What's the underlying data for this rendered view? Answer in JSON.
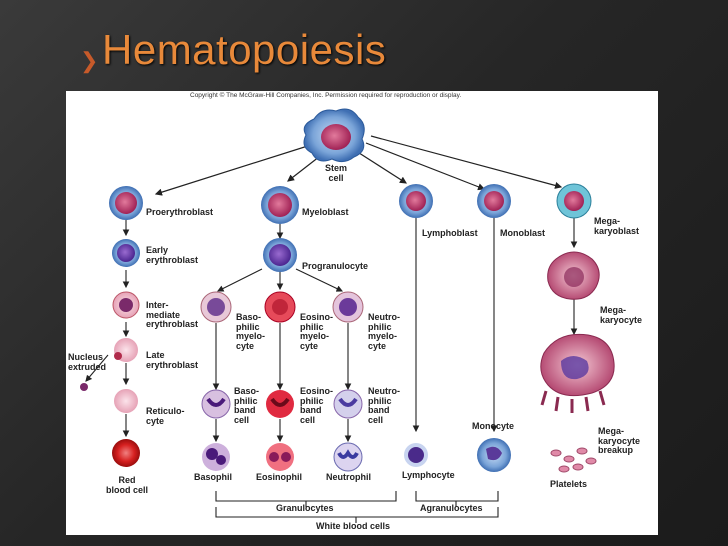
{
  "slide": {
    "title": "Hematopoiesis"
  },
  "copyright": "Copyright © The McGraw-Hill Companies, Inc. Permission required for reproduction or display.",
  "labels": {
    "stem_cell": "Stem\ncell",
    "proerythroblast": "Proerythroblast",
    "myeloblast": "Myeloblast",
    "lymphoblast": "Lymphoblast",
    "monoblast": "Monoblast",
    "megakaryoblast": "Mega-\nkaryoblast",
    "early_erythroblast": "Early\nerythroblast",
    "progranulocyte": "Progranulocyte",
    "intermediate_erythroblast": "Inter-\nmediate\nerythroblast",
    "basophilic_myelocyte": "Baso-\nphilic\nmyelo-\ncyte",
    "eosinophilic_myelocyte": "Eosino-\nphilic\nmyelo-\ncyte",
    "neutrophilic_myelocyte": "Neutro-\nphilic\nmyelo-\ncyte",
    "megakaryocyte": "Mega-\nkaryocyte",
    "nucleus_extruded": "Nucleus\nextruded",
    "late_erythroblast": "Late\nerythroblast",
    "reticulocyte": "Reticulo-\ncyte",
    "basophilic_band": "Baso-\nphilic\nband\ncell",
    "eosinophilic_band": "Eosino-\nphilic\nband\ncell",
    "neutrophilic_band": "Neutro-\nphilic\nband\ncell",
    "monocyte": "Monocyte",
    "megakaryocyte_breakup": "Mega-\nkaryocyte\nbreakup",
    "red_blood_cell": "Red\nblood cell",
    "basophil": "Basophil",
    "eosinophil": "Eosinophil",
    "neutrophil": "Neutrophil",
    "lymphocyte": "Lymphocyte",
    "platelets": "Platelets",
    "granulocytes": "Granulocytes",
    "agranulocytes": "Agranulocytes",
    "white_blood_cells": "White blood cells"
  }
}
